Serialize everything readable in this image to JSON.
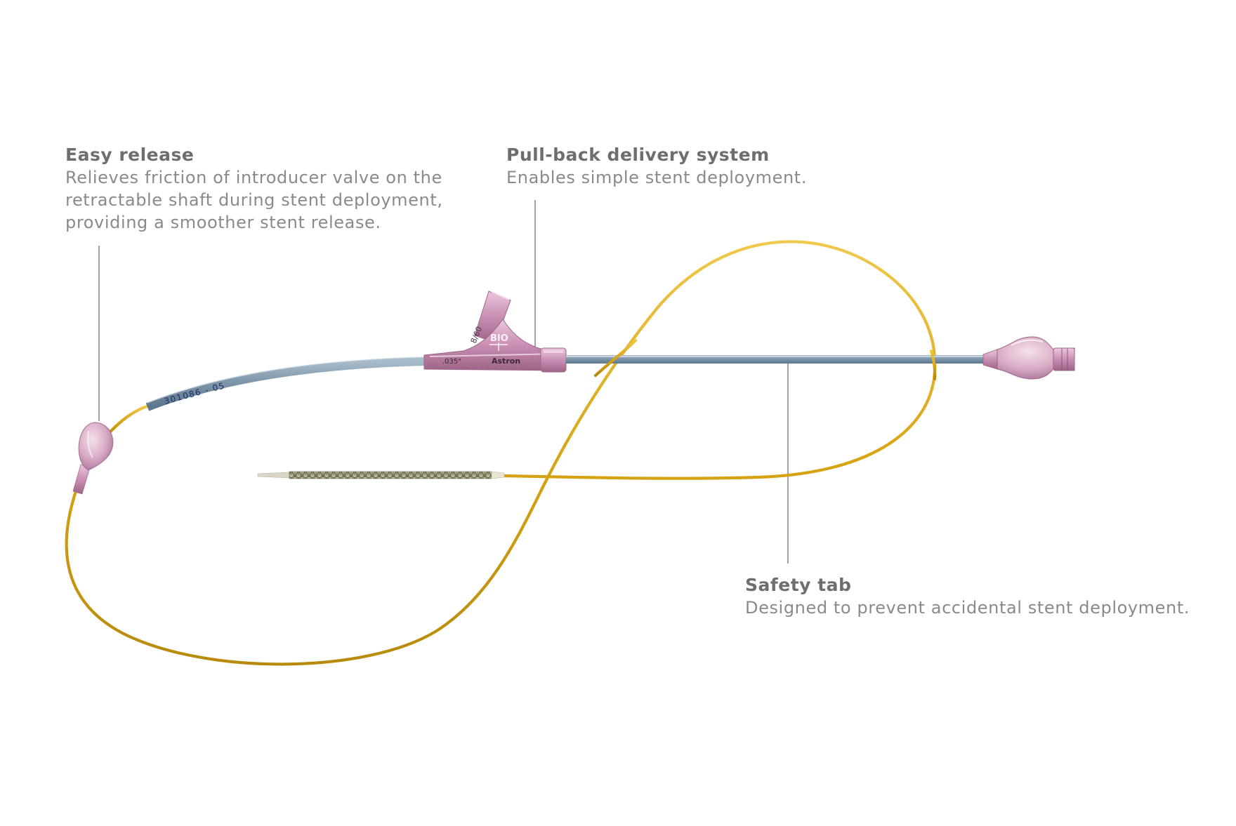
{
  "callouts": {
    "easy_release": {
      "title": "Easy release",
      "lines": [
        "Relieves friction of introducer valve on the",
        "retractable shaft during stent deployment,",
        "providing a smoother stent release."
      ]
    },
    "pull_back": {
      "title": "Pull-back delivery system",
      "lines": [
        "Enables simple stent deployment."
      ]
    },
    "safety_tab": {
      "title": "Safety tab",
      "lines": [
        "Designed to prevent accidental stent deployment."
      ]
    }
  },
  "device_markings": {
    "shaft_code": "301086 - 05",
    "handle_logo": "BIO",
    "handle_brand": "Astron",
    "port_label": "8/60",
    "wire_size": ".035\""
  },
  "colors": {
    "text_title": "#6e6e6e",
    "text_body": "#8a8a8a",
    "leader_line": "#8c8c8c",
    "guidewire": "#e2b21e",
    "shaft": "#7f98ad",
    "hub": "#c98fb4"
  }
}
